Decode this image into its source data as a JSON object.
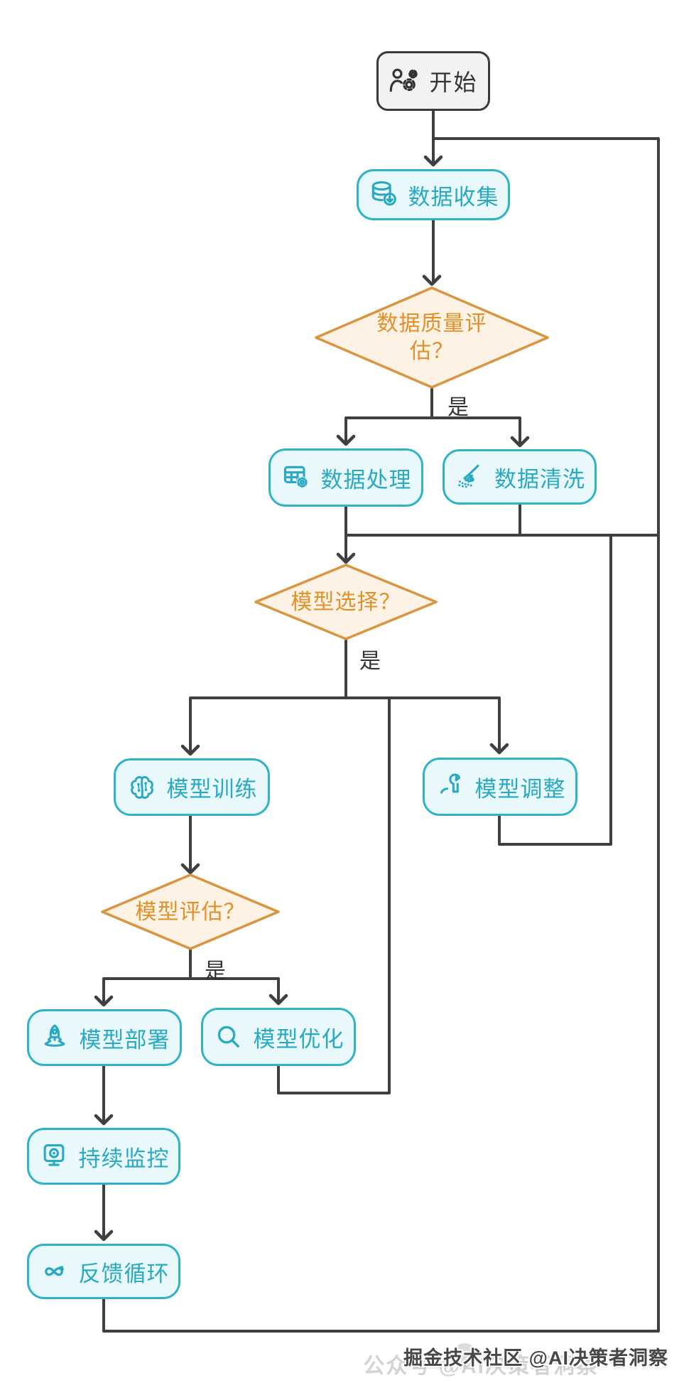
{
  "diagram": {
    "type": "flowchart",
    "language": "zh-CN",
    "nodes": {
      "start": {
        "label": "开始",
        "shape": "rounded",
        "icon": "person-gears-icon"
      },
      "data_collection": {
        "label": "数据收集",
        "shape": "rounded",
        "icon": "database-download-icon"
      },
      "data_quality_check": {
        "label": "数据质量评估？",
        "shape": "diamond"
      },
      "data_processing": {
        "label": "数据处理",
        "shape": "rounded",
        "icon": "table-gear-icon"
      },
      "data_cleaning": {
        "label": "数据清洗",
        "shape": "rounded",
        "icon": "broom-icon"
      },
      "model_selection": {
        "label": "模型选择？",
        "shape": "diamond"
      },
      "model_training": {
        "label": "模型训练",
        "shape": "rounded",
        "icon": "brain-icon"
      },
      "model_adjustment": {
        "label": "模型调整",
        "shape": "rounded",
        "icon": "wrench-icon"
      },
      "model_evaluation": {
        "label": "模型评估？",
        "shape": "diamond"
      },
      "model_deployment": {
        "label": "模型部署",
        "shape": "rounded",
        "icon": "rocket-icon"
      },
      "model_optimization": {
        "label": "模型优化",
        "shape": "rounded",
        "icon": "magnifier-icon"
      },
      "continuous_monitoring": {
        "label": "持续监控",
        "shape": "rounded",
        "icon": "monitor-icon"
      },
      "feedback_loop": {
        "label": "反馈循环",
        "shape": "rounded",
        "icon": "infinity-icon"
      }
    },
    "edge_labels": {
      "data_quality_yes": "是",
      "model_selection_yes": "是",
      "model_evaluation_yes": "是"
    },
    "colors": {
      "process_fill": "#e8f8fb",
      "process_border": "#2fb3c7",
      "process_text": "#29a9c2",
      "decision_fill": "#fdf2e4",
      "decision_border": "#d9953f",
      "decision_text": "#e0912c",
      "start_fill": "#f2f2f2",
      "start_border": "#3a3a3a",
      "edge": "#3f3f3f"
    },
    "watermark": {
      "main": "掘金技术社区 @AI决策者洞察",
      "ghost": "公众号 @AI决策者洞察"
    }
  }
}
